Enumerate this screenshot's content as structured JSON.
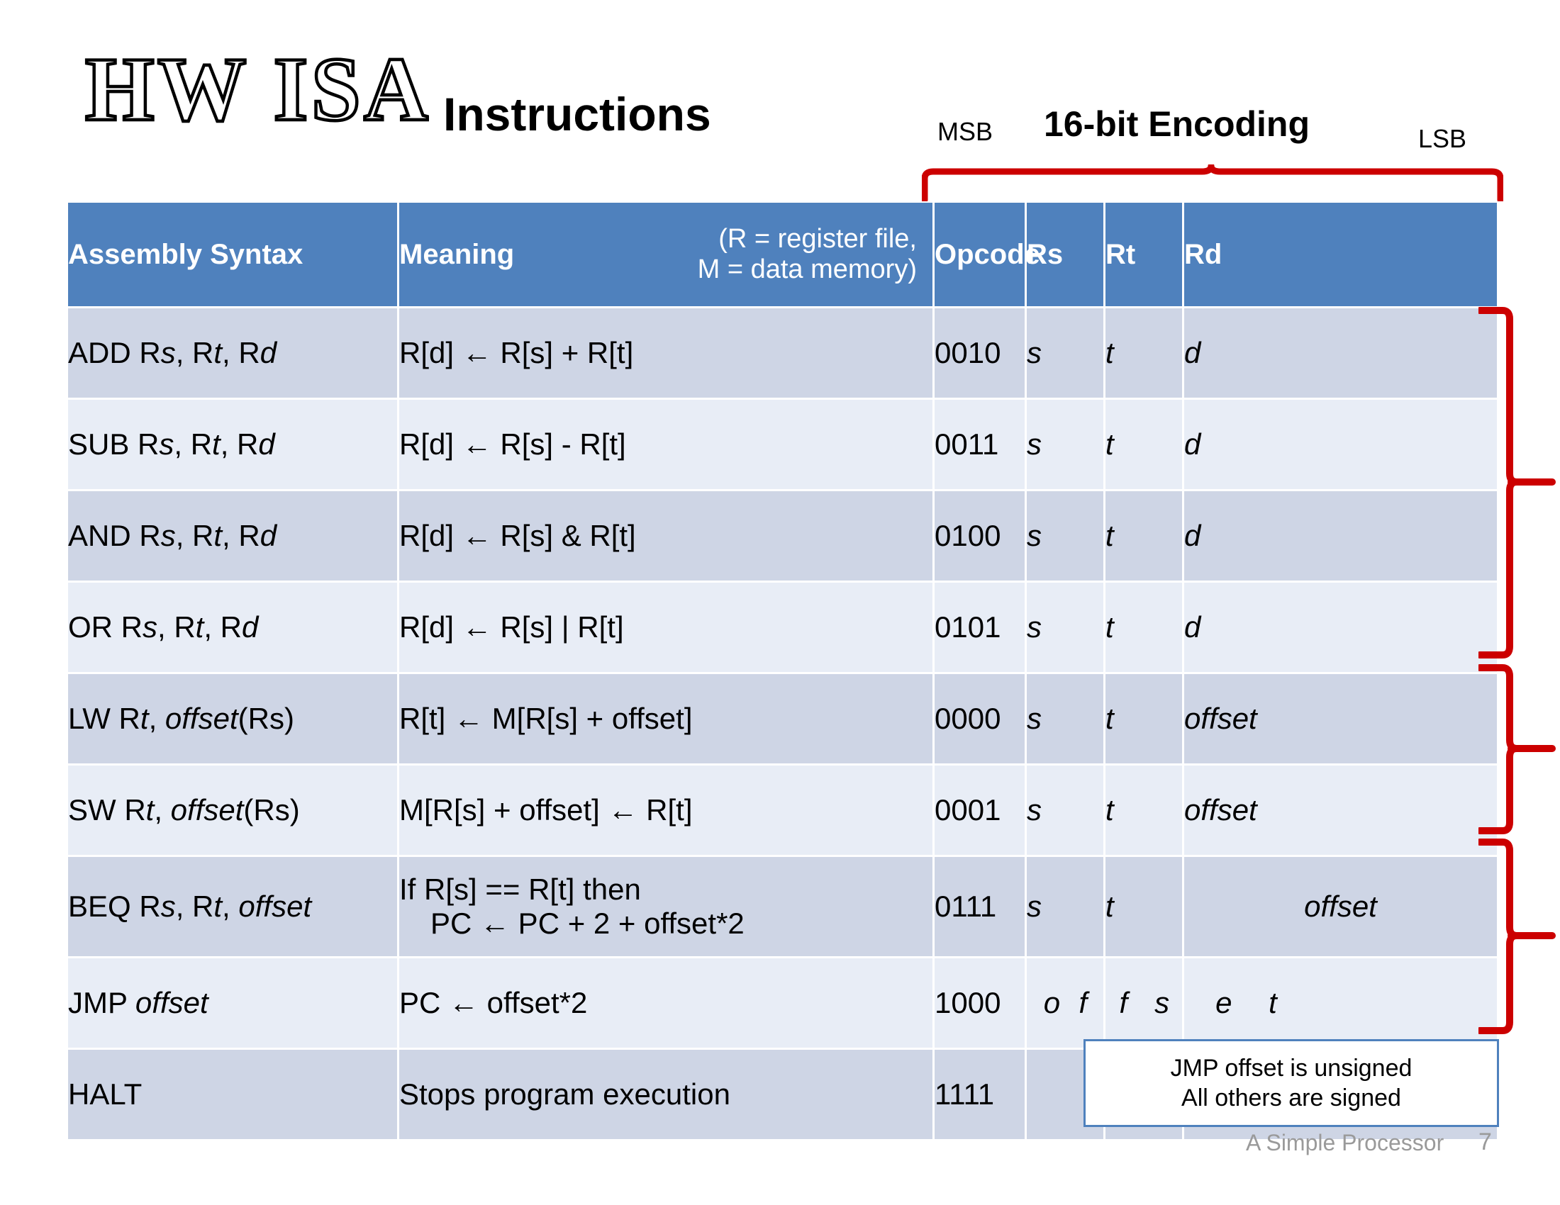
{
  "slide": {
    "logo": "HW ISA",
    "title": "Instructions",
    "encoding_title": "16-bit Encoding",
    "msb_label": "MSB",
    "lsb_label": "LSB",
    "footer_text": "A Simple Processor",
    "page_number": "7"
  },
  "colors": {
    "header_blue": "#4f81bd",
    "row_dark": "#ced5e5",
    "row_light": "#e8edf6",
    "brace_red": "#cc0000",
    "note_border": "#4f81bd",
    "footer_grey": "#9a9a9a"
  },
  "table": {
    "headers": {
      "assembly_syntax": "Assembly Syntax",
      "meaning": "Meaning",
      "meaning_note_line1": "(R = register file,",
      "meaning_note_line2": "M = data memory)",
      "opcode": "Opcode",
      "rs": "Rs",
      "rt": "Rt",
      "rd": "Rd"
    },
    "rows": [
      {
        "syntax_plain": "ADD R",
        "syntax_i1": "s",
        "syntax_m1": ", R",
        "syntax_i2": "t",
        "syntax_m2": ", R",
        "syntax_i3": "d",
        "meaning": "R[d] ← R[s] + R[t]",
        "opcode": "0010",
        "rs": "s",
        "rt": "t",
        "rd": "d"
      },
      {
        "syntax_plain": "SUB R",
        "syntax_i1": "s",
        "syntax_m1": ", R",
        "syntax_i2": "t",
        "syntax_m2": ", R",
        "syntax_i3": "d",
        "meaning": "R[d] ← R[s] - R[t]",
        "opcode": "0011",
        "rs": "s",
        "rt": "t",
        "rd": "d"
      },
      {
        "syntax_plain": "AND R",
        "syntax_i1": "s",
        "syntax_m1": ", R",
        "syntax_i2": "t",
        "syntax_m2": ", R",
        "syntax_i3": "d",
        "meaning": "R[d] ← R[s] & R[t]",
        "opcode": "0100",
        "rs": "s",
        "rt": "t",
        "rd": "d"
      },
      {
        "syntax_plain": "OR R",
        "syntax_i1": "s",
        "syntax_m1": ", R",
        "syntax_i2": "t",
        "syntax_m2": ", R",
        "syntax_i3": "d",
        "meaning": "R[d] ← R[s] | R[t]",
        "opcode": "0101",
        "rs": "s",
        "rt": "t",
        "rd": "d"
      },
      {
        "syntax_plain": "LW R",
        "syntax_i1": "t",
        "syntax_m1": ", ",
        "syntax_i2": "offset",
        "syntax_m2": "(Rs)",
        "syntax_i3": "",
        "meaning": "R[t] ← M[R[s] + offset]",
        "opcode": "0000",
        "rs": "s",
        "rt": "t",
        "rd": "offset"
      },
      {
        "syntax_plain": "SW R",
        "syntax_i1": "t",
        "syntax_m1": ", ",
        "syntax_i2": "offset",
        "syntax_m2": "(Rs)",
        "syntax_i3": "",
        "meaning": "M[R[s] + offset] ← R[t]",
        "opcode": "0001",
        "rs": "s",
        "rt": "t",
        "rd": "offset"
      },
      {
        "syntax_plain": "BEQ R",
        "syntax_i1": "s",
        "syntax_m1": ", R",
        "syntax_i2": "t",
        "syntax_m2": ", ",
        "syntax_i3": "offset",
        "meaning_line1": "If R[s] == R[t] then",
        "meaning_line2": "PC ← PC + 2 + offset*2",
        "opcode": "0111",
        "rs": "s",
        "rt": "t",
        "rd": "offset"
      },
      {
        "syntax_plain": "JMP ",
        "syntax_i1": "",
        "syntax_m1": "",
        "syntax_i2": "offset",
        "syntax_m2": "",
        "syntax_i3": "",
        "meaning": "PC ← offset*2",
        "opcode": "1000",
        "jmp_letters": [
          "o",
          "f",
          "f",
          "s",
          "e",
          "t"
        ]
      },
      {
        "syntax_plain": "HALT",
        "syntax_i1": "",
        "syntax_m1": "",
        "syntax_i2": "",
        "syntax_m2": "",
        "syntax_i3": "",
        "meaning": "Stops program execution",
        "opcode": "1111"
      }
    ]
  },
  "note": {
    "line1": "JMP offset is unsigned",
    "line2": "All others are signed"
  }
}
